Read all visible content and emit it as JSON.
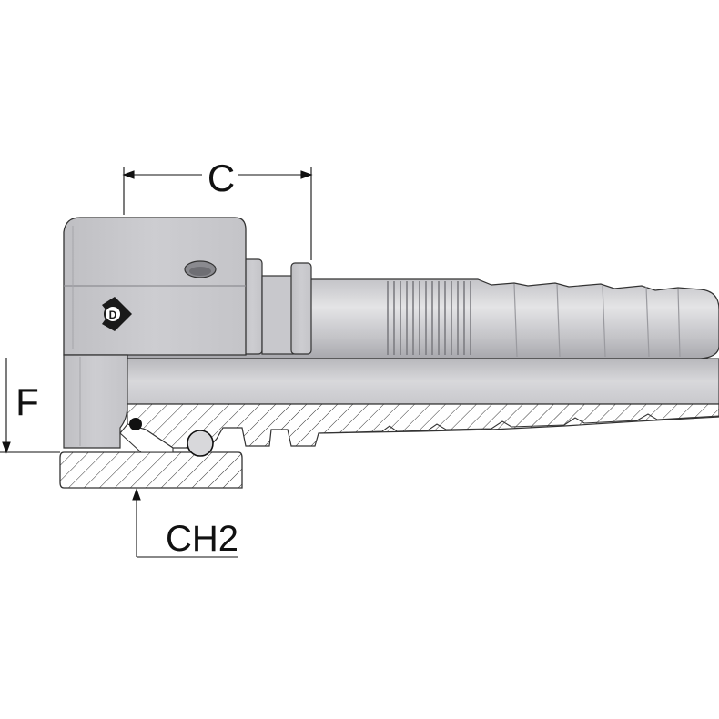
{
  "dimensions": {
    "c_label": "C",
    "f_label": "F",
    "ch2_label": "CH2"
  },
  "logo": {
    "letter": "D",
    "icon": "dunlop-flying-d-logo"
  },
  "colors": {
    "body_light": "#d3d3d6",
    "body_mid": "#b4b4b8",
    "body_dark": "#8e8e93",
    "hatch": "#333333",
    "line": "#1a1a1a"
  }
}
